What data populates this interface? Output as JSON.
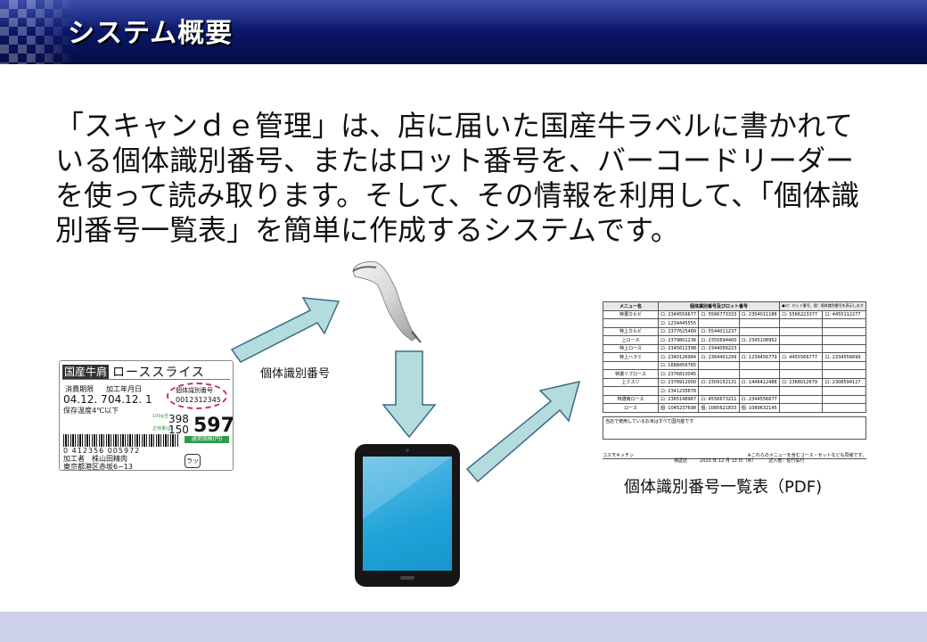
{
  "header": {
    "title": "システム概要"
  },
  "body": {
    "paragraph": "「スキャンｄｅ管理」は、店に届いた国産牛ラベルに書かれている個体識別番号、またはロット番号を、バーコードリーダーを使って読み取ります。そして、その情報を利用して、「個体識別番号一覧表」を簡単に作成するシステムです。"
  },
  "flow": {
    "arrow_caption": "個体識別番号",
    "doc_caption": "個体識別番号一覧表（PDF)"
  },
  "meat_label": {
    "kind": "国産牛肩",
    "name": "ロース",
    "cut": "スライス",
    "expiry_label": "消費期限",
    "processed_label": "加工年月日",
    "expiry_date": "04.12. 7",
    "processed_date": "04.12. 1",
    "storage": "保存温度4℃以下",
    "id_label": "個体識別番号",
    "id_number": "0012312345",
    "unit_price_label": "100g当",
    "weight_label": "正味量(g)",
    "unit_price": "398",
    "weight": "150",
    "price": "597",
    "tax_note": "通常価格(円)",
    "barcode_digits": "0 412356 005972",
    "processor": "加工者　株山田精肉",
    "address": "東京都港区赤坂6−13",
    "wrap_mark": "ラップ PE"
  },
  "doc": {
    "header_menu": "メニュー名",
    "header_ids": "個体識別番号及びロット番号",
    "header_note": "●ロ：ロット番号、個：個体識別番号を表示します",
    "rows": [
      {
        "menu": "特選カルビ",
        "c1": "ロ: 2344556677",
        "c2": "ロ: 5566773333",
        "c3": "ロ: 2354011186",
        "c4": "ロ: 5566223377",
        "c5": "ロ: 4455112277"
      },
      {
        "menu": "",
        "c1": "ロ: 1234445555",
        "c2": "",
        "c3": "",
        "c4": "",
        "c5": ""
      },
      {
        "menu": "特上カルビ",
        "c1": "ロ: 2377625489",
        "c2": "ロ: 5544011237",
        "c3": "",
        "c4": "",
        "c5": ""
      },
      {
        "menu": "上ロース",
        "c1": "ロ: 2379801236",
        "c2": "ロ: 2355694400",
        "c3": "ロ: 2345108952",
        "c4": "",
        "c5": ""
      },
      {
        "menu": "特上ロース",
        "c1": "ロ: 2345612398",
        "c2": "ロ: 2344056223",
        "c3": "",
        "c4": "",
        "c5": ""
      },
      {
        "menu": "特上ハラミ",
        "c1": "ロ: 2340126984",
        "c2": "ロ: 2364401299",
        "c3": "ロ: 1234456779",
        "c4": "ロ: 4455566777",
        "c5": "ロ: 2334556699"
      },
      {
        "menu": "",
        "c1": "ロ: 1688456765",
        "c2": "",
        "c3": "",
        "c4": "",
        "c5": ""
      },
      {
        "menu": "特選リブロース",
        "c1": "ロ: 2376810045",
        "c2": "",
        "c3": "",
        "c4": "",
        "c5": ""
      },
      {
        "menu": "上ミスジ",
        "c1": "ロ: 2378912000",
        "c2": "ロ: 2309152131",
        "c3": "ロ: 1446412488",
        "c4": "ロ: 2368012679",
        "c5": "ロ: 2308594127"
      },
      {
        "menu": "",
        "c1": "ロ: 2341235678",
        "c2": "",
        "c3": "",
        "c4": "",
        "c5": ""
      },
      {
        "menu": "特選肩ロース",
        "c1": "ロ: 2365148967",
        "c2": "ロ: 4556673211",
        "c3": "ロ: 2344556677",
        "c4": "",
        "c5": ""
      },
      {
        "menu": "ロース",
        "c1": "個: 1045237698",
        "c2": "個: 1085621833",
        "c3": "個: 1089632145",
        "c4": "",
        "c5": ""
      }
    ],
    "note_box": "当店で使用しているお米はすべて国内産です",
    "footer_left": "コスモキッチン",
    "footer_note": "※これらのメニューを含むコース・セットなども同様です。",
    "footer_store": "検証店",
    "footer_date": "2023 年 12 月 13 日（水）",
    "footer_writer": "記入者：佐竹弘行"
  },
  "colors": {
    "header_bg": "#0a1563",
    "arrow_fill": "#b4dcdc",
    "arrow_stroke": "#3a6b8c",
    "footer_band": "#ccd0e8",
    "tablet_screen": "#1fa3d8",
    "label_highlight": "#d22c6a"
  },
  "icons": {
    "scanner": "barcode-scanner-icon",
    "tablet": "tablet-icon"
  }
}
